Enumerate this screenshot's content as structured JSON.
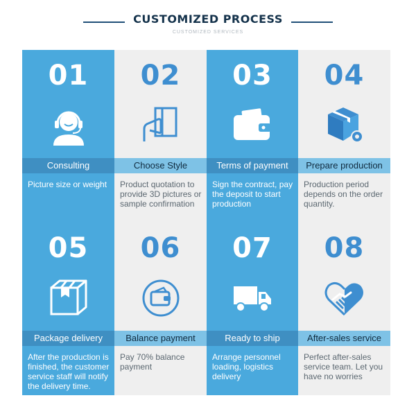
{
  "header": {
    "title": "CUSTOMIZED PROCESS",
    "subtitle": "CUSTOMIZED SERVICES"
  },
  "colors": {
    "blue": "#4aa9dd",
    "gray": "#efefef",
    "blue_label": "#3f8fc2",
    "light_label": "#7ec2e6",
    "number_on_gray": "#3e8ed0"
  },
  "steps": [
    {
      "number": "01",
      "label": "Consulting",
      "description": "Picture size or weight",
      "icon": "headset-operator-icon"
    },
    {
      "number": "02",
      "label": "Choose Style",
      "description": "Product quotation to provide 3D pictures or sample confirmation",
      "icon": "hand-pointing-document-icon"
    },
    {
      "number": "03",
      "label": "Terms of payment",
      "description": "Sign the contract, pay the deposit to start production",
      "icon": "wallet-icon"
    },
    {
      "number": "04",
      "label": "Prepare production",
      "description": "Production period depends on the order quantity.",
      "icon": "box-gear-icon"
    },
    {
      "number": "05",
      "label": "Package delivery",
      "description": "After the production is finished, the customer service staff will notify the delivery time.",
      "icon": "package-icon"
    },
    {
      "number": "06",
      "label": "Balance payment",
      "description": "Pay 70% balance payment",
      "icon": "wallet-circle-icon"
    },
    {
      "number": "07",
      "label": "Ready to ship",
      "description": "Arrange personnel loading, logistics delivery",
      "icon": "truck-icon"
    },
    {
      "number": "08",
      "label": "After-sales service",
      "description": "Perfect after-sales service team. Let you have no worries",
      "icon": "heart-handshake-icon"
    }
  ]
}
